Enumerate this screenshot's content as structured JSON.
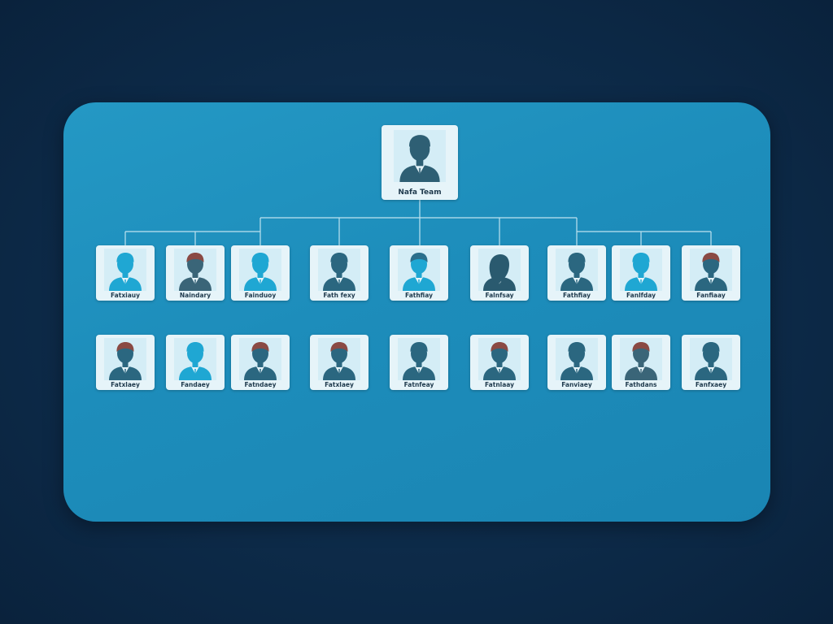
{
  "org_chart": {
    "root": {
      "label": "Nafa Team",
      "icon": "person-icon",
      "hair": "#2e5f74",
      "body": "#2e5f74"
    },
    "row1": [
      {
        "label": "Fatxiauy",
        "icon": "person-icon",
        "hair": "#1fa7d3",
        "body": "#1fa7d3"
      },
      {
        "label": "Naindary",
        "icon": "person-icon",
        "hair": "#8a4a44",
        "body": "#3a6578"
      },
      {
        "label": "Fainduoy",
        "icon": "person-icon",
        "hair": "#1fa7d3",
        "body": "#1fa7d3"
      },
      {
        "label": "Fath fexy",
        "icon": "person-icon",
        "hair": "#2b6780",
        "body": "#2b6780"
      },
      {
        "label": "Fathfiay",
        "icon": "person-icon",
        "hair": "#2b6f8c",
        "body": "#1fa7d3"
      },
      {
        "label": "Falnfsay",
        "icon": "person-female-icon",
        "hair": "#2a5a6f",
        "body": "#2a5a6f"
      },
      {
        "label": "Fathfiay",
        "icon": "person-icon",
        "hair": "#2b6780",
        "body": "#2b6780"
      },
      {
        "label": "Fanlfday",
        "icon": "person-icon",
        "hair": "#1fa7d3",
        "body": "#1fa7d3"
      },
      {
        "label": "Fanfiaay",
        "icon": "person-icon",
        "hair": "#8a4a44",
        "body": "#2b6780"
      }
    ],
    "row2": [
      {
        "label": "Fatxlaey",
        "icon": "person-icon",
        "hair": "#8a4a44",
        "body": "#2b6780"
      },
      {
        "label": "Fandaey",
        "icon": "person-icon",
        "hair": "#1fa7d3",
        "body": "#1fa7d3"
      },
      {
        "label": "Fatndaey",
        "icon": "person-icon",
        "hair": "#8a4a44",
        "body": "#2b6780"
      },
      {
        "label": "Fatxlaey",
        "icon": "person-icon",
        "hair": "#8a4a44",
        "body": "#2b6780"
      },
      {
        "label": "Fatnfeay",
        "icon": "person-icon",
        "hair": "#2b6780",
        "body": "#2b6780"
      },
      {
        "label": "Fatnlaay",
        "icon": "person-icon",
        "hair": "#8a4a44",
        "body": "#2b6780"
      },
      {
        "label": "Fanviaey",
        "icon": "person-icon",
        "hair": "#2b6780",
        "body": "#2b6780"
      },
      {
        "label": "Fathdans",
        "icon": "person-icon",
        "hair": "#8a4a44",
        "body": "#3a6578"
      },
      {
        "label": "Fanfxaey",
        "icon": "person-icon",
        "hair": "#2b6780",
        "body": "#2b6780"
      }
    ]
  },
  "colors": {
    "panel": "#1d8dbb",
    "background": "#0d2a47",
    "connector": "#bfe3f0",
    "card": "#e6f4f9"
  }
}
